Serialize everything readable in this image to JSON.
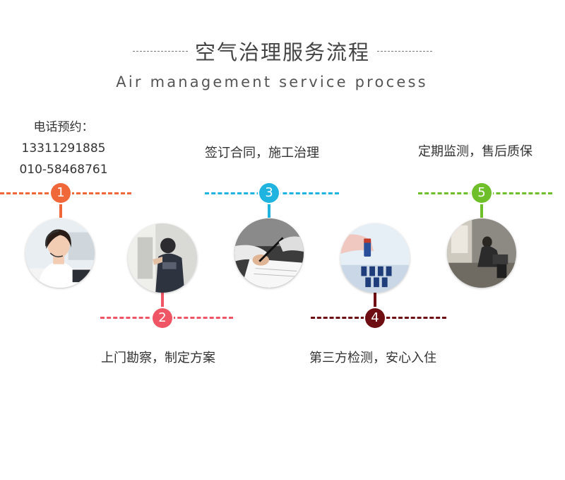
{
  "header": {
    "title": "空气治理服务流程",
    "subtitle": "Air management service process"
  },
  "contact": {
    "label": "电话预约：",
    "phone1": "13311291885",
    "phone2": "010-58468761"
  },
  "steps": [
    {
      "number": "1",
      "color": "#f0673a",
      "caption": ""
    },
    {
      "number": "2",
      "color": "#ef5565",
      "caption": "上门勘察，制定方案"
    },
    {
      "number": "3",
      "color": "#1fb3e0",
      "caption": "签订合同，施工治理"
    },
    {
      "number": "4",
      "color": "#6e0e12",
      "caption": "第三方检测，安心入住"
    },
    {
      "number": "5",
      "color": "#6fbf2b",
      "caption": "定期监测，售后质保"
    }
  ],
  "icons": [
    "customer-service-photo",
    "site-survey-photo",
    "contract-signing-photo",
    "lab-testing-photo",
    "monitoring-photo"
  ]
}
